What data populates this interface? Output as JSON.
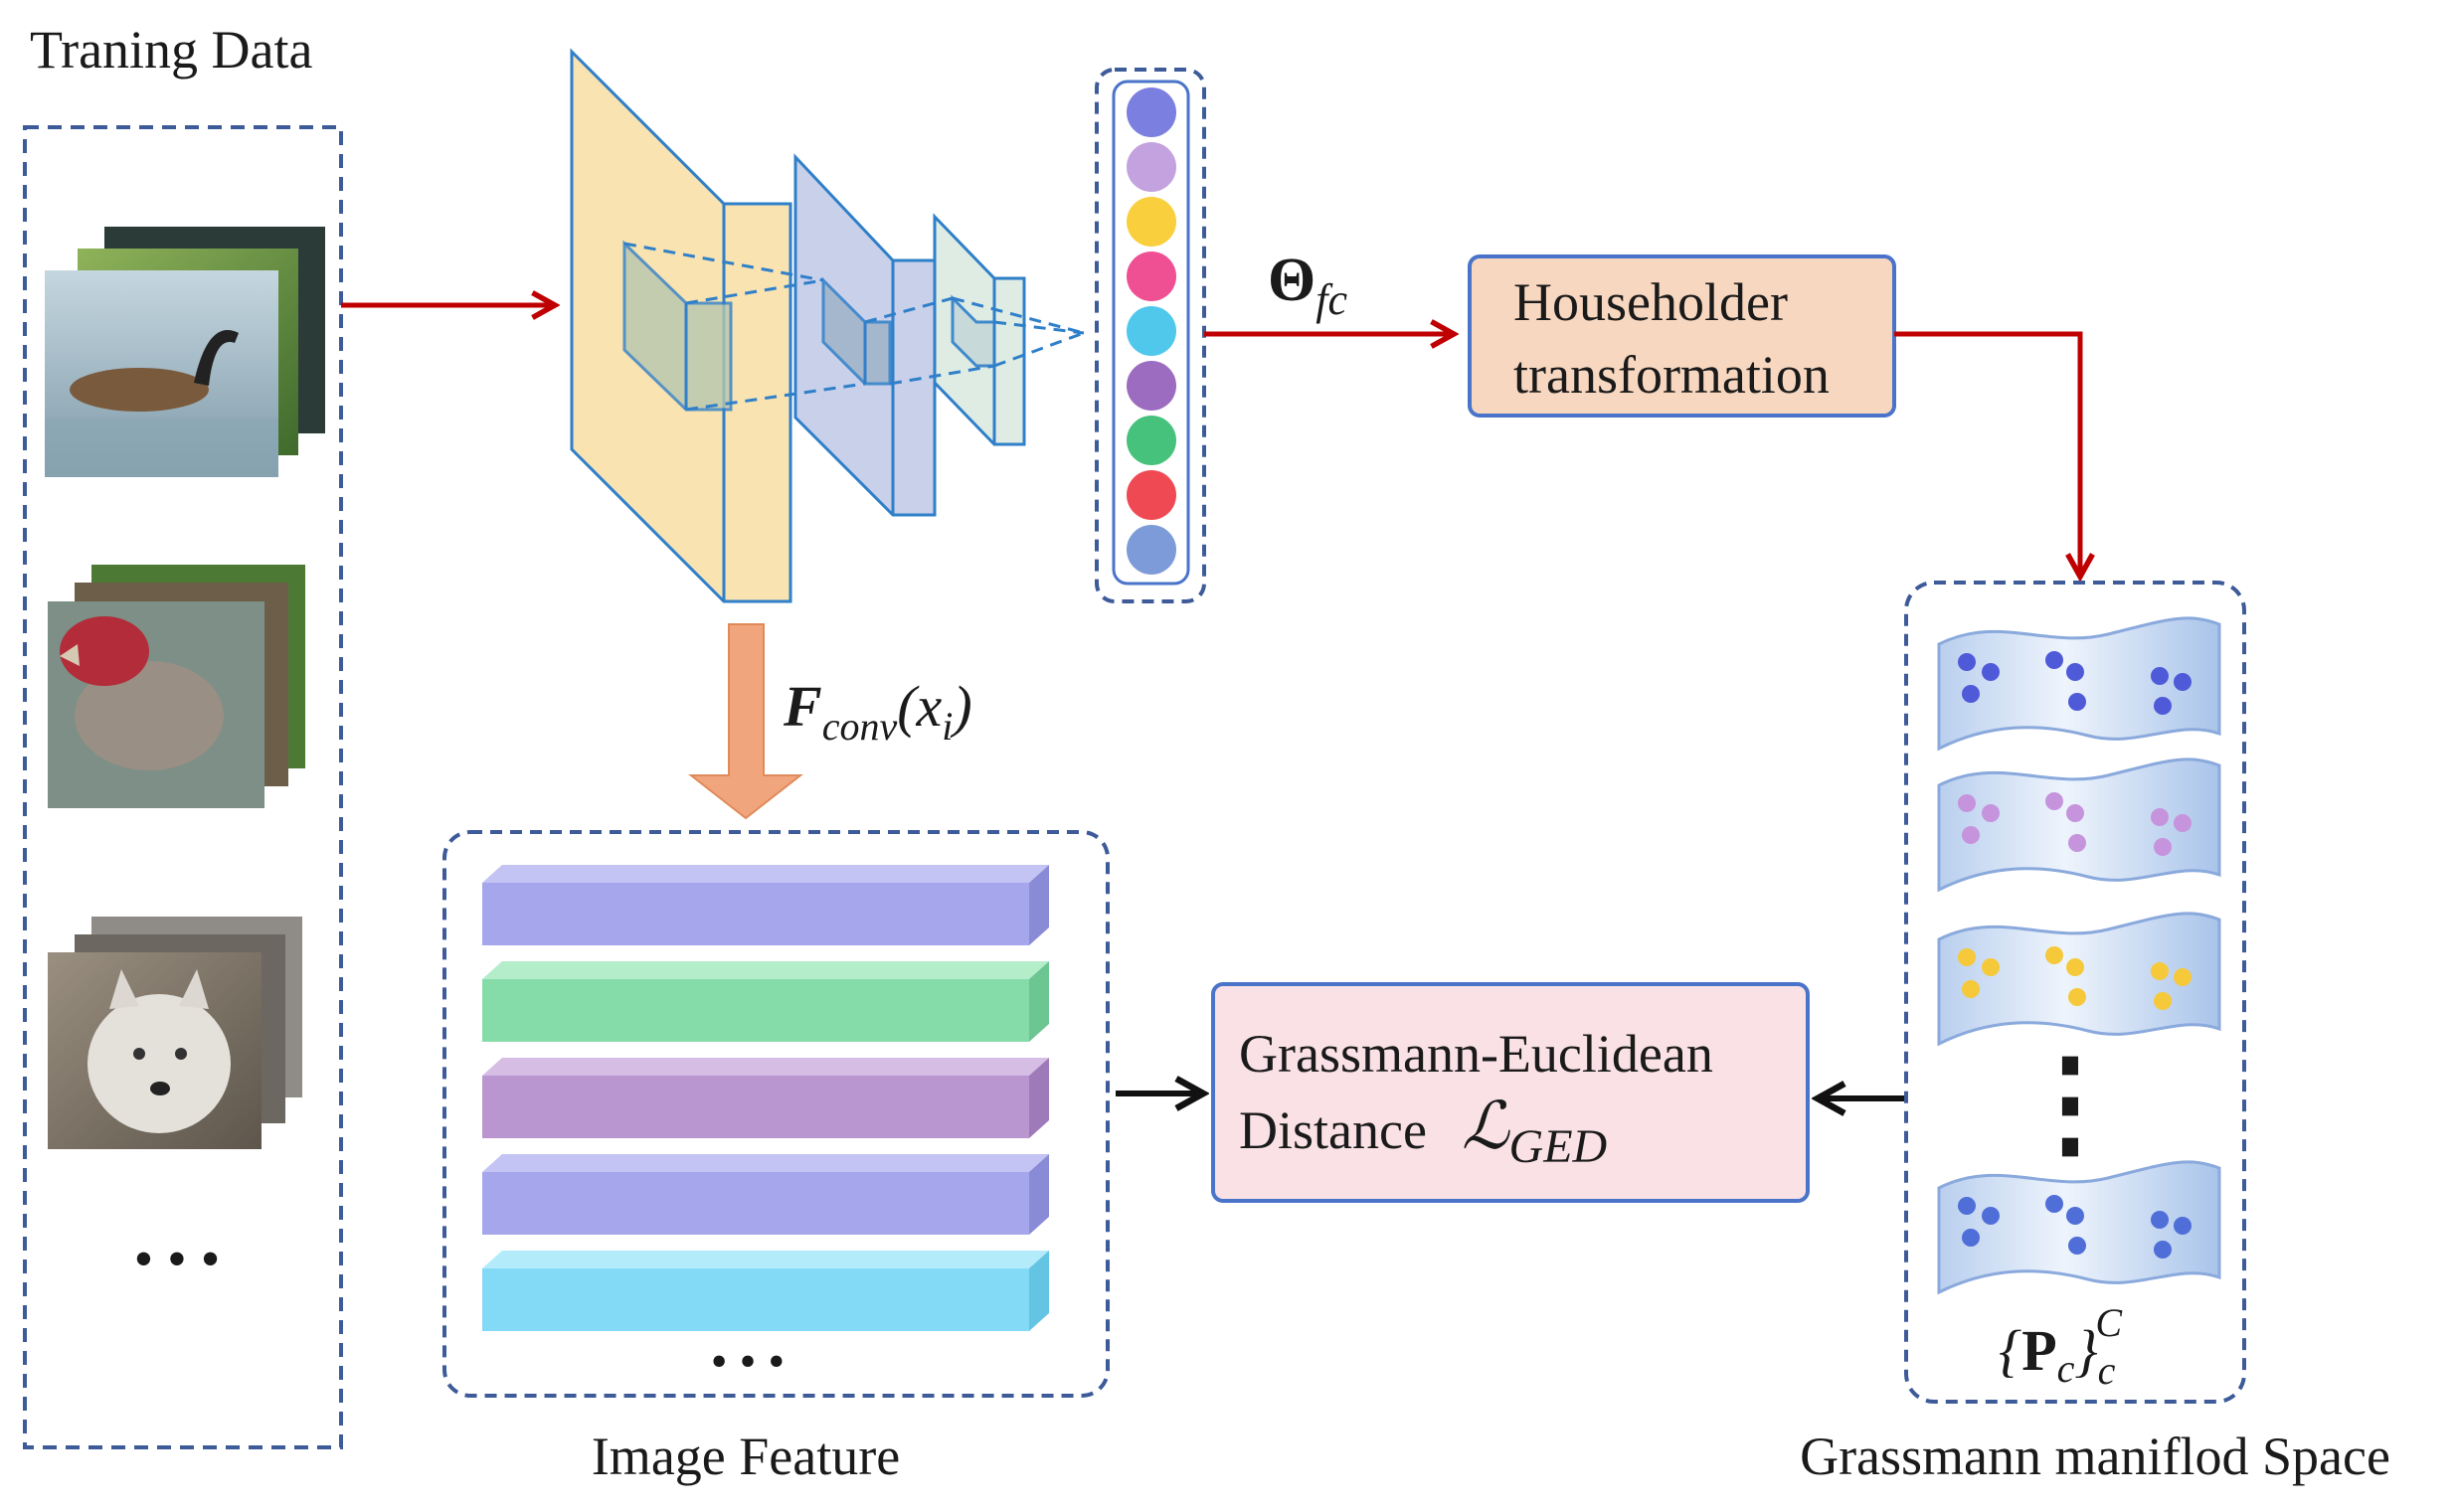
{
  "training_data": {
    "title": "Traning Data",
    "samples": [
      {
        "subject": "canada-goose-photo"
      },
      {
        "subject": "house-finch-photo"
      },
      {
        "subject": "arctic-wolf-photo"
      }
    ],
    "ellipsis": "• • •"
  },
  "theta_label": {
    "symbol": "Θ",
    "subscript": "fc"
  },
  "householder": {
    "line1": "Householder",
    "line2": "transformation"
  },
  "fconv_label": {
    "main": "F",
    "subscript": "conv",
    "arg": "(x",
    "arg_subscript": "i",
    "close": ")"
  },
  "feature_vector": {
    "colors": [
      "#7b7fe0",
      "#c3a2df",
      "#f9cf3d",
      "#ef4f93",
      "#4fc8ec",
      "#9b6cc0",
      "#47c27c",
      "#ef4a54",
      "#7d9ad9"
    ]
  },
  "image_feature": {
    "label": "Image Feature",
    "bars": [
      {
        "front": "#a5a6ec",
        "top": "#c3c4f3",
        "side": "#8a8bd6"
      },
      {
        "front": "#86dca9",
        "top": "#b3edca",
        "side": "#6cc692"
      },
      {
        "front": "#b996cf",
        "top": "#d6bde4",
        "side": "#9e7bb8"
      },
      {
        "front": "#a5a6ec",
        "top": "#c3c4f3",
        "side": "#8a8bd6"
      },
      {
        "front": "#82daf7",
        "top": "#b4ebfb",
        "side": "#63c4e3"
      }
    ],
    "ellipsis": "• • •"
  },
  "ged_box": {
    "line1": "Grassmann-Euclidean",
    "line2": "Distance",
    "loss_symbol": "ℒ",
    "loss_subscript": "GED"
  },
  "manifold": {
    "label": "Grassmann maniflod Space",
    "strips": [
      {
        "dot_color": "#4f5ad8"
      },
      {
        "dot_color": "#c594dd"
      },
      {
        "dot_color": "#f6c93a"
      },
      {
        "dot_color": "#4f6ed8"
      }
    ],
    "vertical_ellipsis": "⋮",
    "set_label": {
      "open": "{",
      "symbol": "P",
      "subscript": "c",
      "close": "}",
      "sub2": "c",
      "sup": "C"
    }
  },
  "colors": {
    "arrow_red": "#c00000",
    "dashed_border": "#3d5a99",
    "householder_fill": "#f8d7c0",
    "householder_border": "#4a74c9",
    "ged_fill": "#f9e1e6",
    "ged_border": "#4a74c9",
    "conv1_fill": "#f9e3b0",
    "conv2_fill": "#c9d0ea",
    "conv3_fill": "#dfece4",
    "conv_stroke": "#2f7fc9",
    "down_arrow_fill": "#f1a57c"
  }
}
